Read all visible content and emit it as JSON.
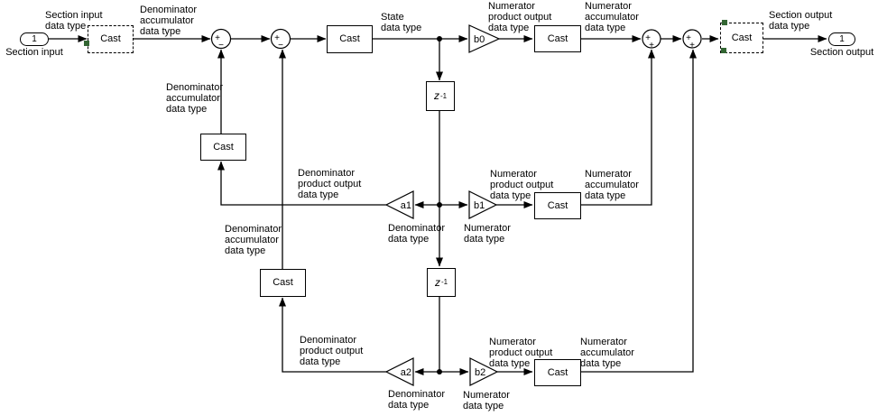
{
  "colors": {
    "background": "#ffffff",
    "line": "#000000",
    "signal_spec_marker": "#336633"
  },
  "blocks": {
    "cast": "Cast",
    "delay_base": "z",
    "delay_exp": "-1",
    "input_port": {
      "number": "1",
      "name": "Section input"
    },
    "output_port": {
      "number": "1",
      "name": "Section output"
    },
    "gains": {
      "b0": "b0",
      "a1": "a1",
      "b1": "b1",
      "a2": "a2",
      "b2": "b2"
    },
    "sums": {
      "sum1": {
        "top": "+",
        "bottom": "−"
      },
      "sum2": {
        "top": "+",
        "bottom": "−"
      },
      "sum3": {
        "top": "+",
        "bottom": "+"
      },
      "sum4": {
        "top": "+",
        "bottom": "+"
      }
    }
  },
  "labels": {
    "section_input_data_type": "Section input\ndata type",
    "section_input": "Section input",
    "section_output_data_type": "Section output\ndata type",
    "section_output": "Section output",
    "denominator_accumulator_data_type": "Denominator\naccumulator\ndata type",
    "denominator_product_output_data_type": "Denominator\nproduct output\ndata type",
    "denominator_data_type": "Denominator\ndata type",
    "state_data_type": "State\ndata type",
    "numerator_product_output_data_type": "Numerator\nproduct output\ndata type",
    "numerator_accumulator_data_type": "Numerator\naccumulator\ndata type",
    "numerator_data_type": "Numerator\ndata type"
  }
}
